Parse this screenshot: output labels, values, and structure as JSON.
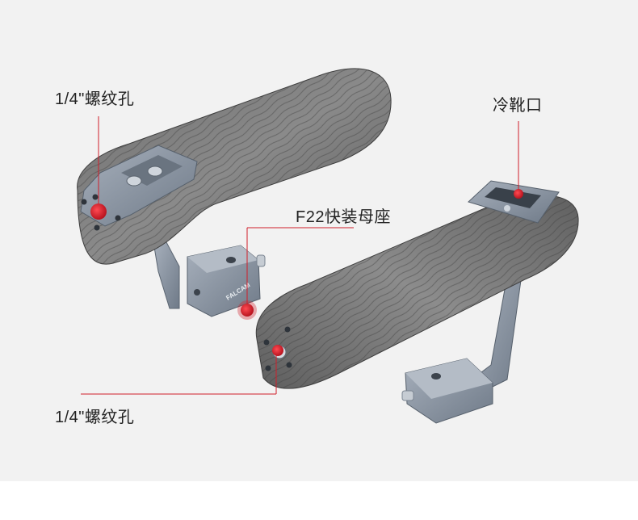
{
  "annotations": {
    "top_left_hole": "1/4\"螺纹孔",
    "cold_shoe": "冷靴口",
    "quick_release_mount": "F22快装母座",
    "bottom_left_hole": "1/4\"螺纹孔"
  },
  "product": {
    "brand_text": "FALCAM"
  },
  "colors": {
    "accent_red": "#d01f2b",
    "wood_dark": "#4a4a4a",
    "wood_light": "#7d7d7d",
    "metal": "#8a95a3",
    "background": "#f2f2f2"
  }
}
